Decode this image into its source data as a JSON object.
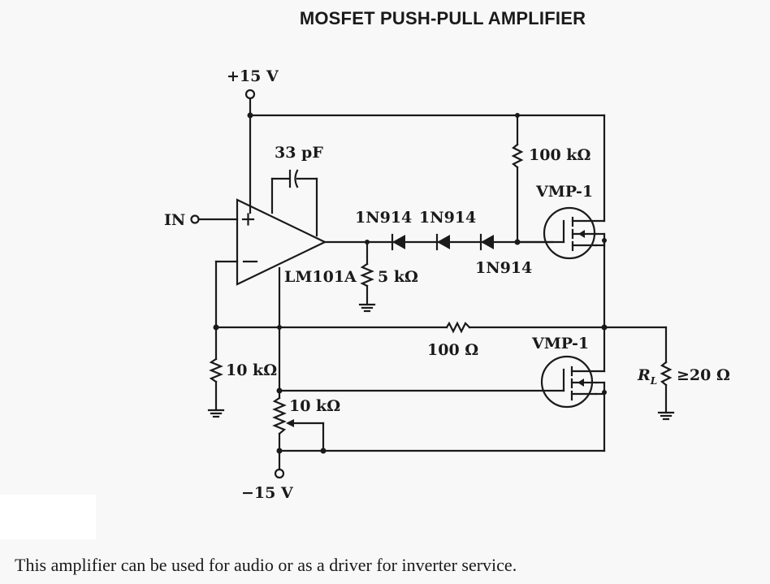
{
  "title": "MOSFET PUSH-PULL AMPLIFIER",
  "caption": "This amplifier can be used for audio or as a driver for inverter service.",
  "labels": {
    "vplus": "+15 V",
    "vminus": "−15 V",
    "input": "IN",
    "cap": "33 pF",
    "opamp": "LM101A",
    "r_5k": "5 kΩ",
    "diode1": "1N914",
    "diode2": "1N914",
    "diode3": "1N914",
    "r_100k": "100 kΩ",
    "q_top": "VMP-1",
    "q_bottom": "VMP-1",
    "r_100": "100 Ω",
    "r_10k_fb": "10 kΩ",
    "pot_10k": "10 kΩ",
    "rl_name": "R",
    "rl_sub": "L",
    "rl_value": "≥20 Ω"
  },
  "colors": {
    "ink": "#1a1a1a",
    "paper": "#f8f8f8"
  }
}
